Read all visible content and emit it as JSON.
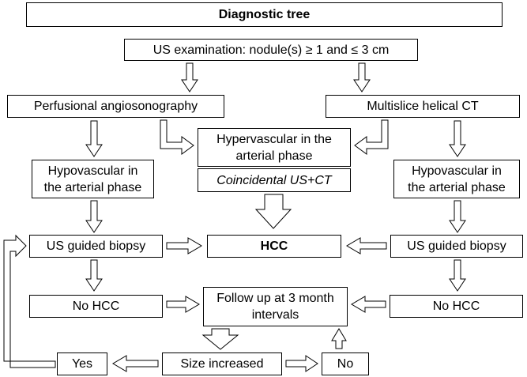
{
  "title": "Diagnostic tree",
  "us_exam": "US examination: nodule(s) ≥ 1 and ≤ 3 cm",
  "perfusional": "Perfusional angiosonography",
  "multislice": "Multislice helical CT",
  "hypervascular": "Hypervascular in the arterial phase",
  "coincidental": "Coincidental US+CT",
  "hypovascular_left": "Hypovascular in the arterial phase",
  "hypovascular_right": "Hypovascular in the arterial phase",
  "biopsy_left": "US guided biopsy",
  "hcc": "HCC",
  "biopsy_right": "US guided biopsy",
  "no_hcc_left": "No HCC",
  "follow_up": "Follow up at 3 month intervals",
  "no_hcc_right": "No HCC",
  "yes": "Yes",
  "size_increased": "Size increased",
  "no": "No"
}
